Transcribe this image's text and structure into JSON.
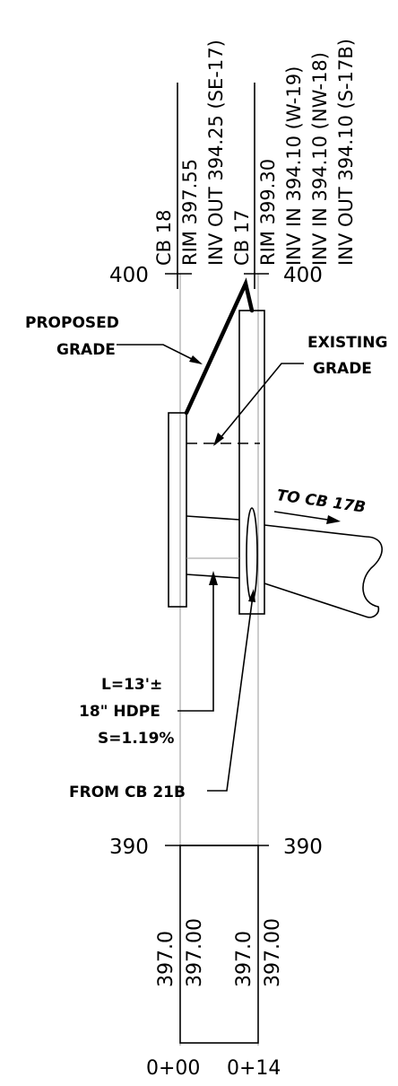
{
  "structures": {
    "cb18": {
      "name": "CB 18",
      "rim": "RIM 397.55",
      "inv_out": "INV OUT 394.25 (SE-17)"
    },
    "cb17": {
      "name": "CB 17",
      "rim": "RIM 399.30",
      "inv_in_1": "INV IN 394.10 (W-19)",
      "inv_in_2": "INV IN 394.10 (NW-18)",
      "inv_out": "INV OUT 394.10 (S-17B)"
    }
  },
  "elevations": {
    "top_left": "400",
    "top_right": "400",
    "bottom_left": "390",
    "bottom_right": "390"
  },
  "callouts": {
    "proposed_grade_1": "PROPOSED",
    "proposed_grade_2": "GRADE",
    "existing_grade_1": "EXISTING",
    "existing_grade_2": "GRADE",
    "to_cb": "TO CB 17B",
    "pipe_length": "L=13'±",
    "pipe_size": "18\" HDPE",
    "pipe_slope": "S=1.19%",
    "from_cb": "FROM CB 21B"
  },
  "grade_table": {
    "station_0": {
      "existing": "397.0",
      "proposed": "397.00"
    },
    "station_14": {
      "existing": "397.0",
      "proposed": "397.00"
    }
  },
  "stations": {
    "start": "0+00",
    "end": "0+14"
  }
}
